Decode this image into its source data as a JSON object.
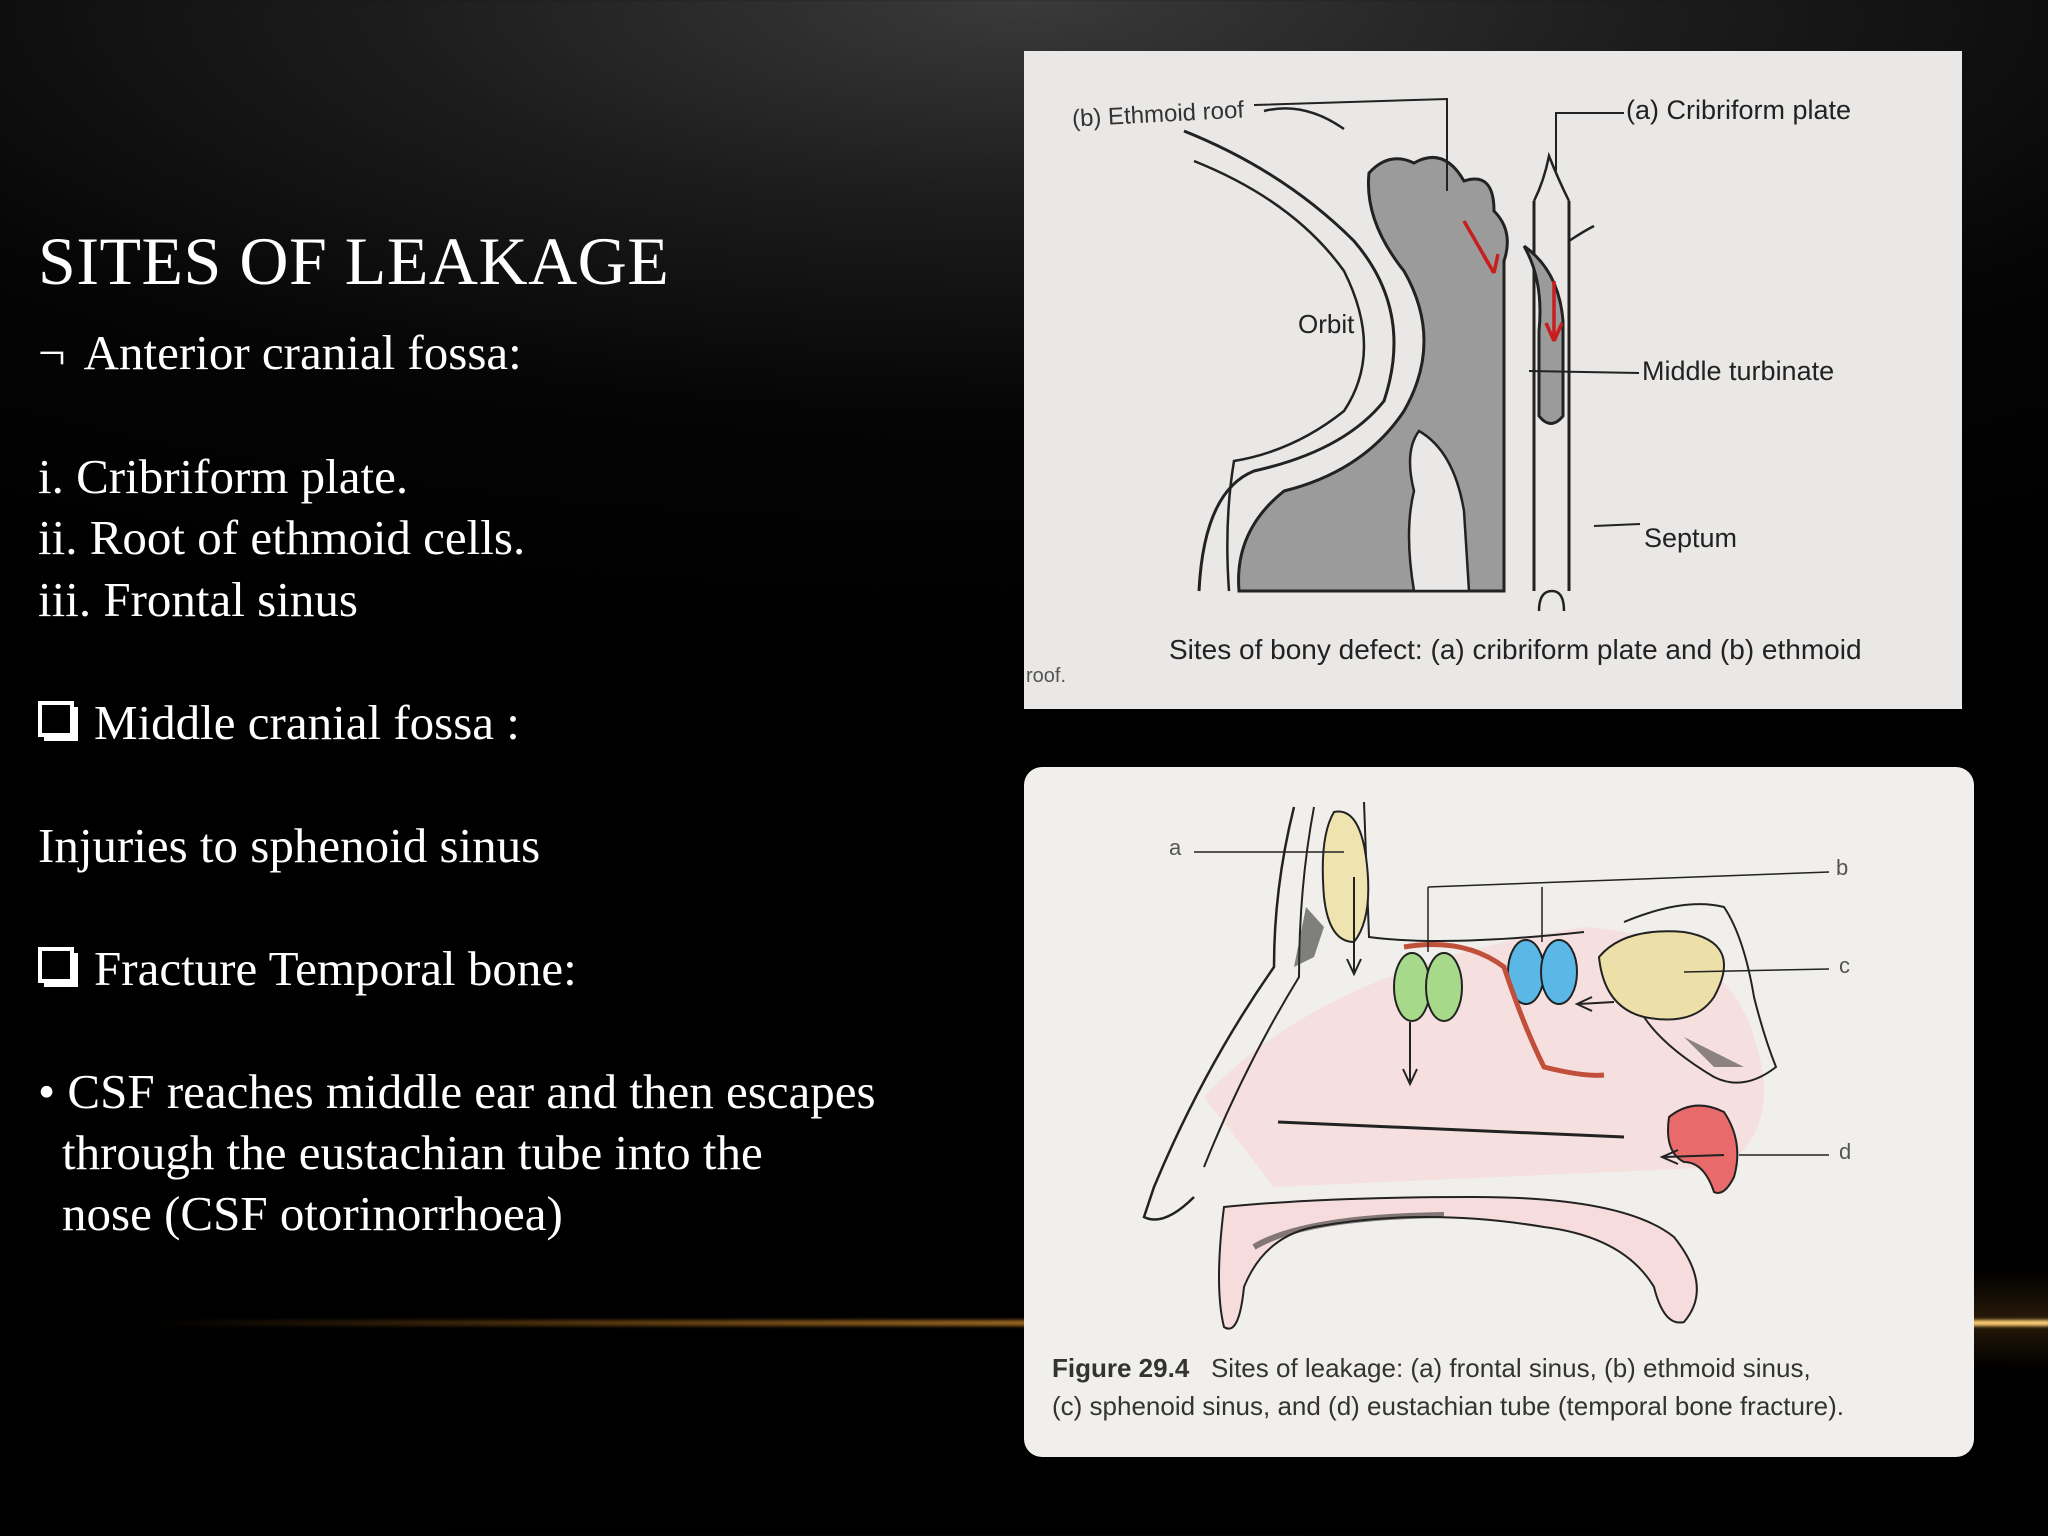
{
  "slide": {
    "title": "SITES OF LEAKAGE",
    "anterior_glyph": "¬",
    "anterior_heading": "Anterior cranial fossa:",
    "anterior_items": [
      "i. Cribriform plate.",
      "ii. Root of ethmoid cells.",
      "iii. Frontal sinus"
    ],
    "middle_heading": "Middle cranial fossa :",
    "middle_item": "Injuries to sphenoid sinus",
    "temporal_heading": "Fracture Temporal bone:",
    "temporal_bullet": "•",
    "temporal_item_lines": [
      "CSF reaches middle ear and then escapes",
      "through the eustachian tube into the",
      "nose (CSF otorinorrhoea)"
    ]
  },
  "figure1": {
    "label_ethmoid_roof": "(b) Ethmoid roof",
    "label_cribriform_plate": "(a) Cribriform plate",
    "label_orbit": "Orbit",
    "label_middle_turbinate": "Middle turbinate",
    "label_septum": "Septum",
    "caption": "Sites of bony defect: (a) cribriform plate and (b) ethmoid",
    "caption_cont": "roof."
  },
  "figure2": {
    "label_a": "a",
    "label_b": "b",
    "label_c": "c",
    "label_d": "d",
    "caption_figure_no": "Figure 29.4",
    "caption_line1": "Sites of leakage: (a) frontal sinus, (b) ethmoid sinus,",
    "caption_line2": "(c) sphenoid sinus, and (d) eustachian tube (temporal bone fracture)."
  },
  "colors": {
    "frontal_sinus": "#efe3b0",
    "ethmoid_green": "#a6d98a",
    "ethmoid_blue": "#5bb8e6",
    "sphenoid": "#ece0a8",
    "eustachian": "#e86a6a",
    "leak_line": "#c0503a",
    "nasal_tint": "#f6dcdc",
    "arrow_red": "#c81e1e"
  }
}
